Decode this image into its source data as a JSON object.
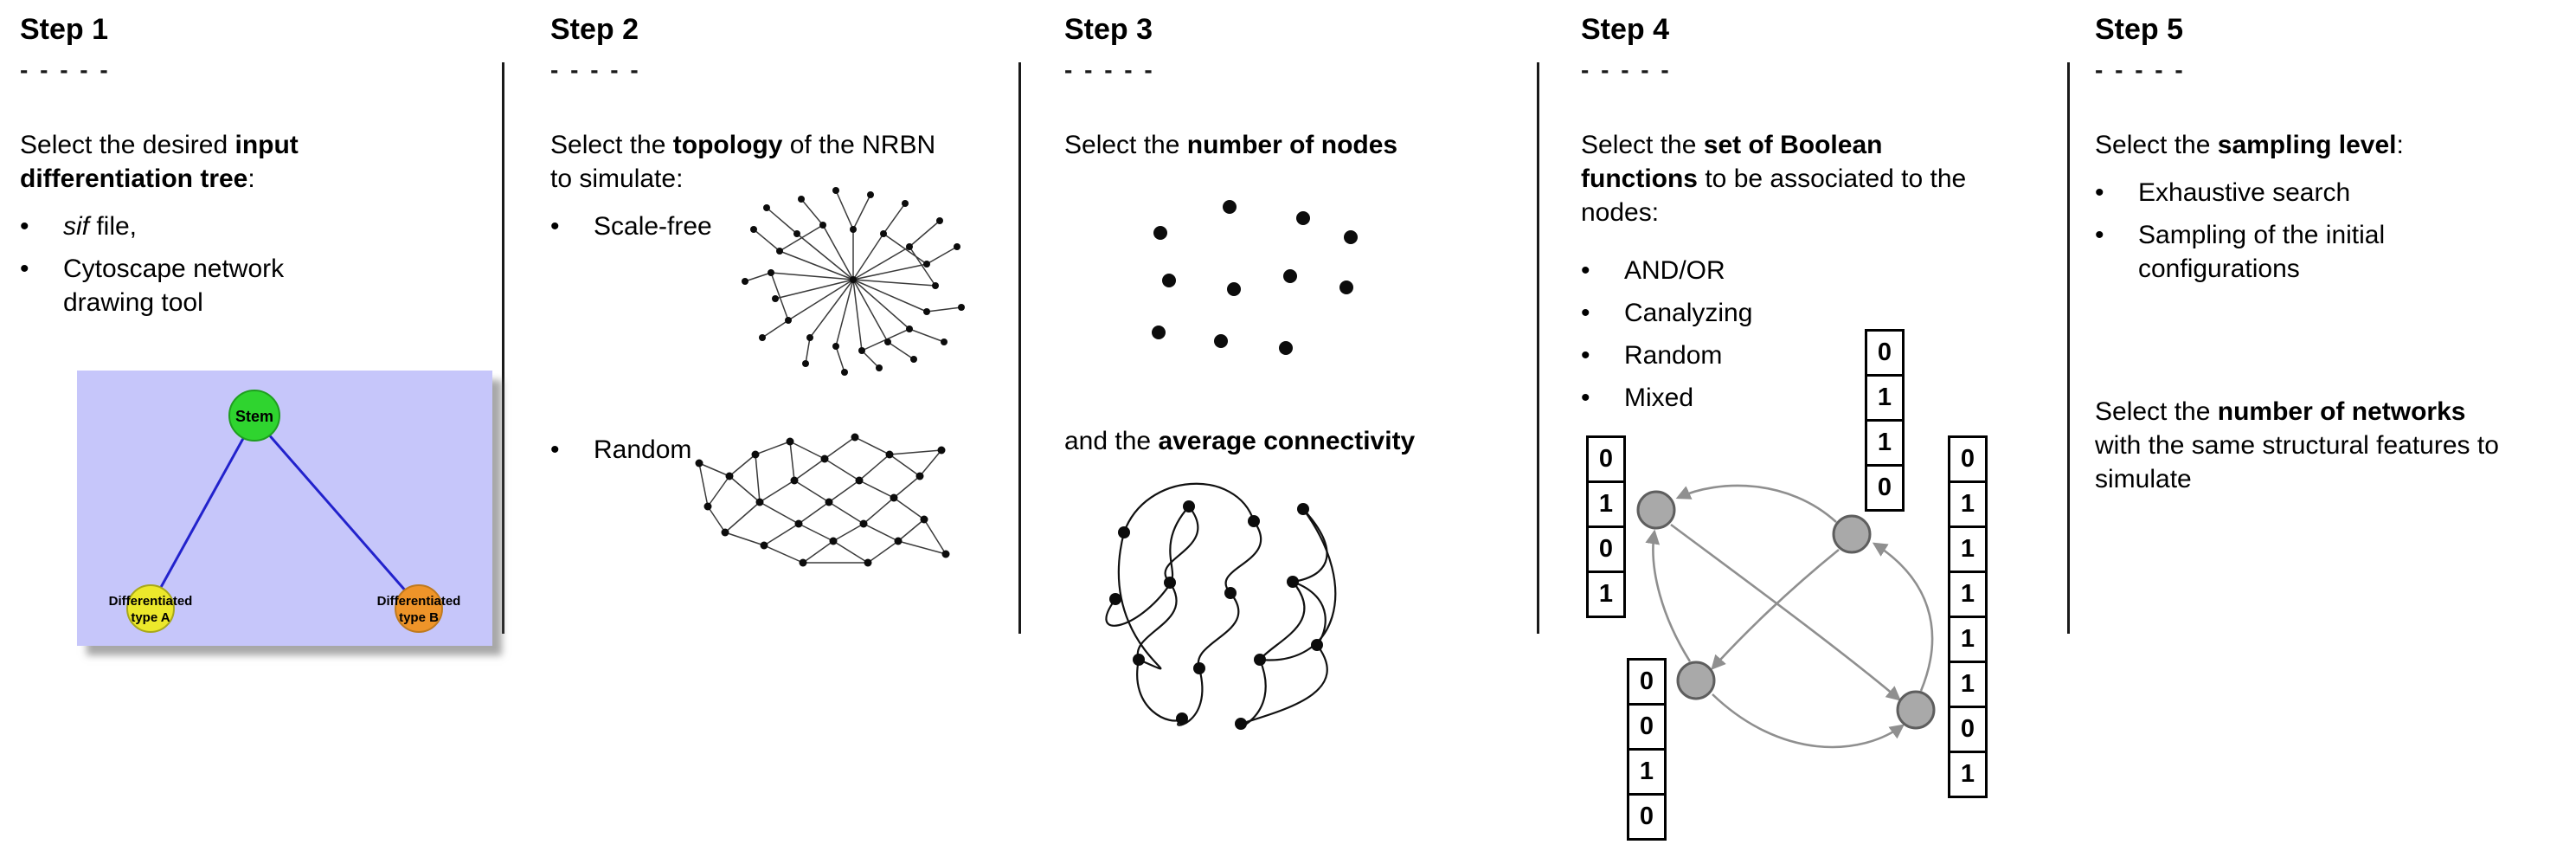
{
  "ui": {
    "dashes": "- - - - -",
    "bullet": "•"
  },
  "colors": {
    "tree_background": "#c6c6fa",
    "stem_node": "#2fd42f",
    "type_a_node": "#ece82b",
    "type_b_node": "#ee9429",
    "tree_edge": "#2222cc",
    "boolean_node": "#a9a9a9",
    "arrow": "#8f8f8f"
  },
  "steps": {
    "s1": {
      "title": "Step 1",
      "intro": [
        "Select the desired ",
        "input differentiation tree",
        ":"
      ],
      "bullet_sif": [
        "sif",
        " file,"
      ],
      "bullet_cytoscape": "Cytoscape network drawing tool",
      "tree": {
        "root": "Stem",
        "left": [
          "Differentiated",
          "type A"
        ],
        "right": [
          "Differentiated",
          "type B"
        ]
      }
    },
    "s2": {
      "title": "Step 2",
      "intro": [
        "Select the ",
        "topology",
        " of the NRBN to simulate:"
      ],
      "bullets": [
        "Scale-free",
        "Random"
      ]
    },
    "s3": {
      "title": "Step 3",
      "line1": [
        "Select the ",
        "number of nodes"
      ],
      "line2": [
        "and the ",
        "average connectivity"
      ]
    },
    "s4": {
      "title": "Step 4",
      "intro": [
        "Select the ",
        "set of Boolean functions",
        " to be associated to the nodes:"
      ],
      "bullets": [
        "AND/OR",
        "Canalyzing",
        "Random",
        "Mixed"
      ],
      "truth_tables": {
        "left": [
          "0",
          "1",
          "0",
          "1"
        ],
        "top": [
          "0",
          "1",
          "1",
          "0"
        ],
        "bottom_left": [
          "0",
          "0",
          "1",
          "0"
        ],
        "right": [
          "0",
          "1",
          "1",
          "1",
          "1",
          "1",
          "0",
          "1"
        ]
      }
    },
    "s5": {
      "title": "Step 5",
      "intro": [
        "Select the ",
        "sampling level",
        ":"
      ],
      "bullets": [
        "Exhaustive search",
        "Sampling of the initial configurations"
      ],
      "para2": [
        "Select the ",
        "number of networks",
        " with the same structural features to simulate"
      ]
    }
  }
}
